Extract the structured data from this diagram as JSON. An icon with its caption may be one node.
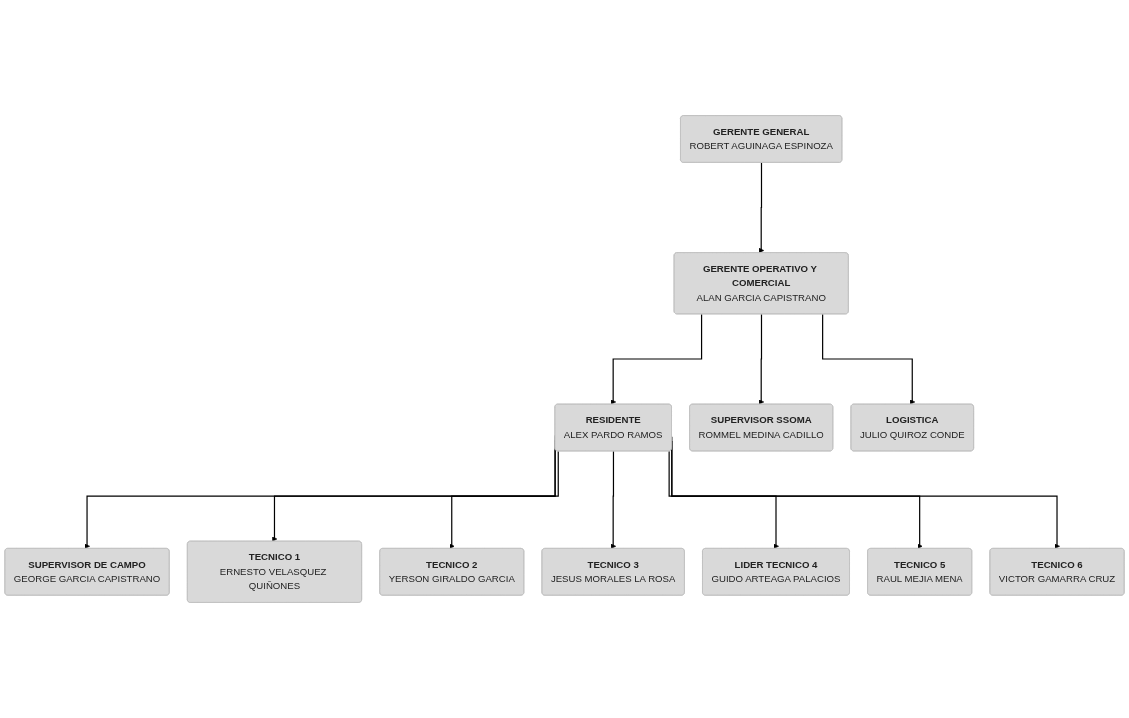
{
  "diagram": {
    "nodes": [
      {
        "text": [
          "GERENTE GENERAL",
          "ROBERT AGUINAGA ESPINOZA"
        ]
      },
      {
        "text": [
          "GERENTE OPERATIVO Y COMERCIAL",
          "ALAN GARCIA CAPISTRANO"
        ]
      },
      {
        "text": [
          "SUPERVISOR SSOMA",
          "ROMMEL MEDINA CADILLO"
        ]
      },
      {
        "text": [
          "LOGISTICA",
          "JULIO QUIROZ CONDE"
        ]
      },
      {
        "text": [
          "RESIDENTE",
          "ALEX PARDO RAMOS"
        ]
      },
      {
        "text": [
          "SUPERVISOR DE CAMPO",
          "GEORGE GARCIA CAPISTRANO"
        ]
      },
      {
        "text": [
          "TECNICO 1",
          "ERNESTO VELASQUEZ QUIÑONES"
        ]
      },
      {
        "text": [
          "TECNICO 2",
          "YERSON GIRALDO GARCIA"
        ]
      },
      {
        "text": [
          "TECNICO 3",
          "JESUS MORALES LA ROSA"
        ]
      },
      {
        "text": [
          "LIDER TECNICO 4",
          "GUIDO ARTEAGA PALACIOS"
        ]
      },
      {
        "text": [
          "TECNICO 5",
          "RAUL MEJIA MENA"
        ]
      },
      {
        "text": [
          "TECNICO 6",
          "VICTOR GAMARRA CRUZ"
        ]
      }
    ],
    "edges": [
      {
        "from": 0,
        "to": 1,
        "arrow": "to"
      },
      {
        "from": 1,
        "to": 2,
        "arrow": "to"
      },
      {
        "from": 1,
        "to": 3,
        "arrow": "to"
      },
      {
        "from": 1,
        "to": 4,
        "arrow": "to"
      },
      {
        "from": 4,
        "to": 5,
        "arrow": "to"
      },
      {
        "from": 4,
        "to": 6,
        "arrow": "to"
      },
      {
        "from": 4,
        "to": 7,
        "arrow": "to"
      },
      {
        "from": 4,
        "to": 8,
        "arrow": "to"
      },
      {
        "from": 4,
        "to": 9,
        "arrow": "to"
      },
      {
        "from": 4,
        "to": 10,
        "arrow": "to"
      },
      {
        "from": 4,
        "to": 11,
        "arrow": "to"
      }
    ]
  }
}
